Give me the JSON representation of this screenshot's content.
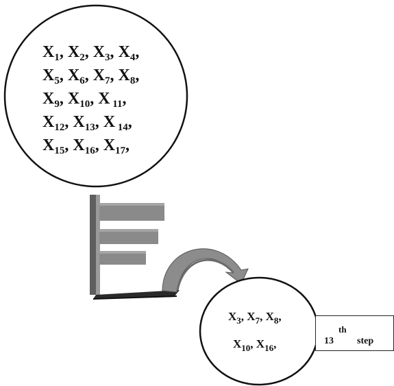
{
  "big_circle": {
    "line1": [
      [
        "X",
        "1"
      ],
      [
        "X",
        "2"
      ],
      [
        "X",
        "3"
      ],
      [
        "X",
        "4"
      ]
    ],
    "line2": [
      [
        "X",
        "5"
      ],
      [
        "X",
        "6"
      ],
      [
        "X",
        "7"
      ],
      [
        "X",
        "8"
      ]
    ],
    "line3": [
      [
        "X",
        "9"
      ],
      [
        "X",
        "10"
      ],
      [
        "X",
        " 11"
      ]
    ],
    "line4": [
      [
        "X",
        "12"
      ],
      [
        "X",
        "13"
      ],
      [
        "X",
        " 14"
      ]
    ],
    "line5": [
      [
        "X",
        "15"
      ],
      [
        "X",
        "16"
      ],
      [
        "X",
        "17"
      ]
    ]
  },
  "small_circle": {
    "line1": [
      [
        "X",
        "3"
      ],
      [
        "X",
        "7"
      ],
      [
        "X",
        "8"
      ]
    ],
    "line2": [
      [
        "X",
        "10"
      ],
      [
        "X",
        "16"
      ]
    ]
  },
  "step": {
    "number": "13",
    "suffix": "th",
    "word": "step"
  },
  "colors": {
    "bar_fill": "#8a8a8a",
    "bar_edge": "#5a5a5a",
    "arrow_fill": "#8c8c8c",
    "outline": "#111111"
  },
  "icons": {
    "chart": "bar-chart-icon",
    "arrow": "curved-arrow-icon"
  }
}
